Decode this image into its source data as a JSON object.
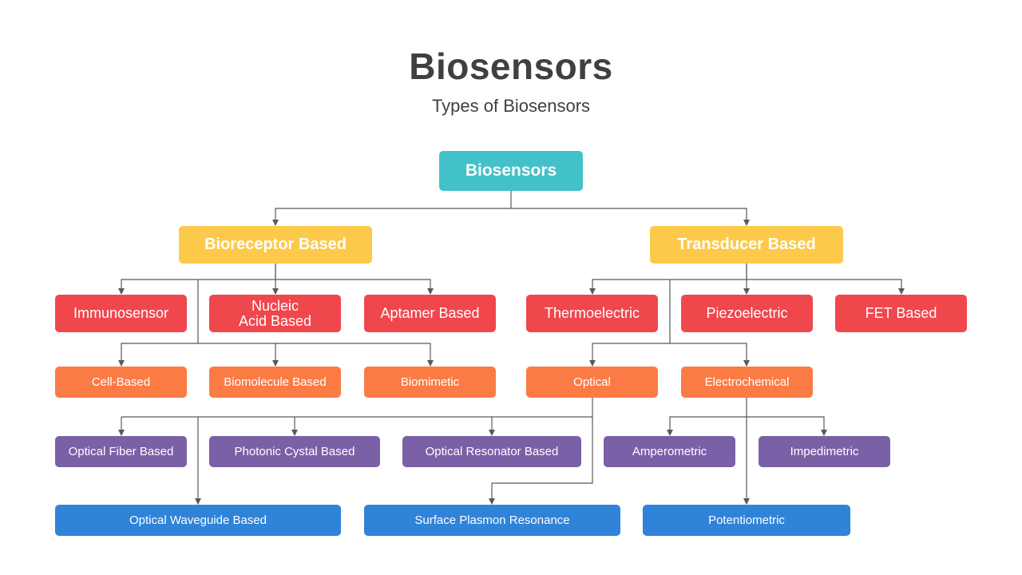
{
  "header": {
    "title": "Biosensors",
    "subtitle": "Types of Biosensors"
  },
  "colors": {
    "root": "#42c1c8",
    "level1": "#fdc94a",
    "level2": "#f0474d",
    "level3": "#fb7b45",
    "level4": "#7a60a6",
    "level5": "#2f83d9",
    "connector": "#595959"
  },
  "diagram": {
    "root": "Biosensors",
    "bioreceptor": {
      "label": "Bioreceptor  Based",
      "immunosensor": "Immunosensor",
      "nucleic_acid": "Nucleic Acid Based",
      "aptamer": "Aptamer Based",
      "cell_based": "Cell-Based",
      "biomolecule": "Biomolecule Based",
      "biomimetic": "Biomimetic"
    },
    "transducer": {
      "label": "Transducer Based",
      "thermoelectric": "Thermoelectric",
      "piezoelectric": "Piezoelectric",
      "fet": "FET Based",
      "optical": "Optical",
      "electrochemical": "Electrochemical"
    },
    "optical_types": {
      "optical_fiber": "Optical Fiber Based",
      "photonic_crystal": "Photonic Cystal Based",
      "optical_resonator": "Optical Resonator Based",
      "optical_waveguide": "Optical Waveguide Based",
      "surface_plasmon": "Surface Plasmon Resonance"
    },
    "electrochemical_types": {
      "amperometric": "Amperometric",
      "impedimetric": "Impedimetric",
      "potentiometric": "Potentiometric"
    }
  }
}
